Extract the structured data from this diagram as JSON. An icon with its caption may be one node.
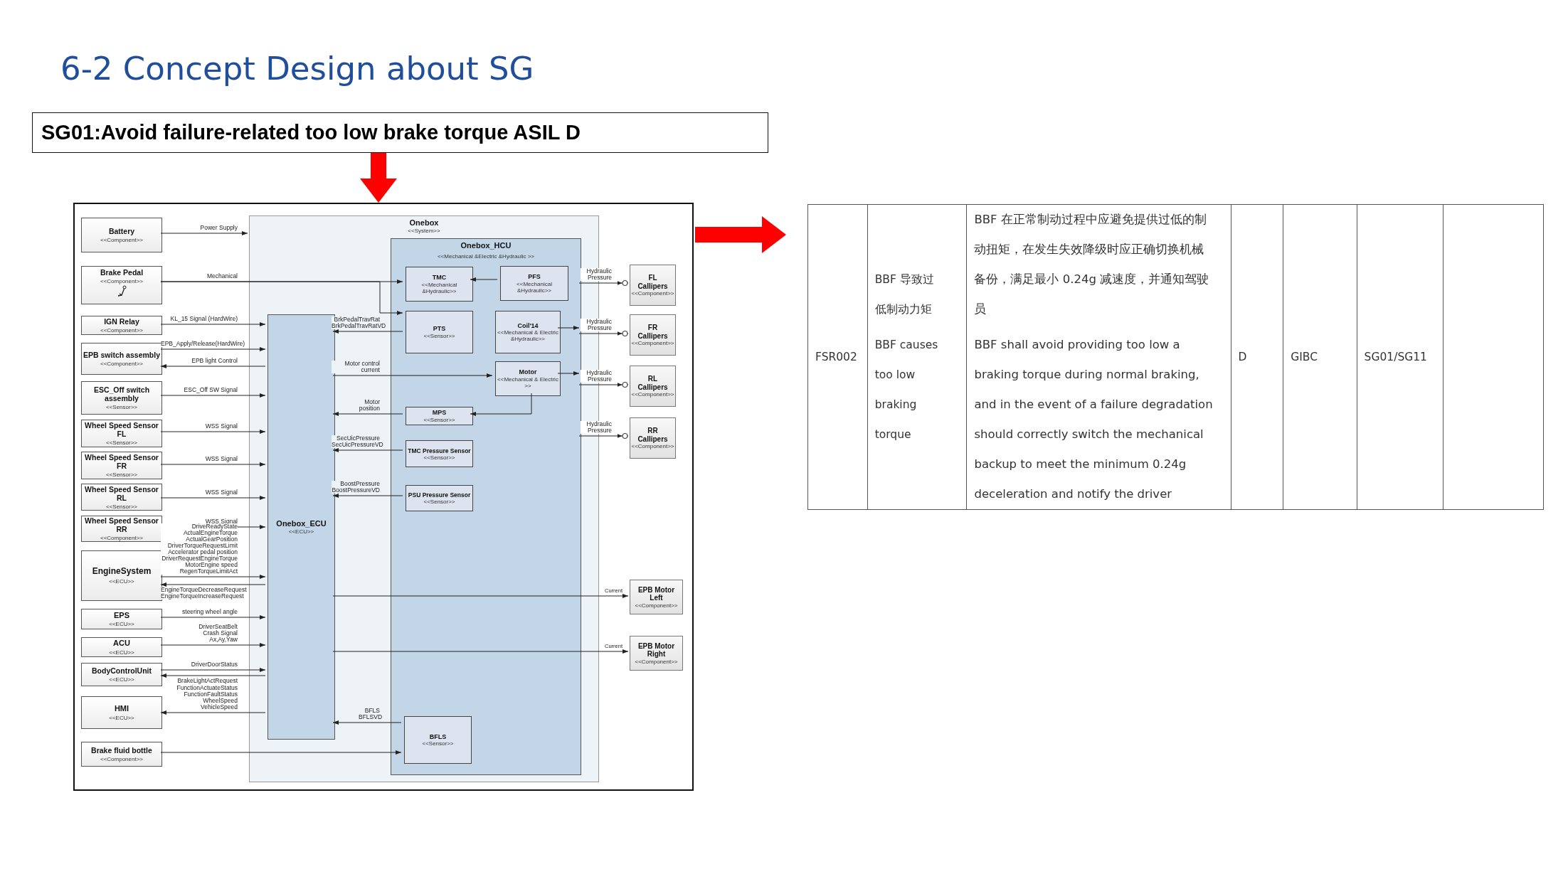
{
  "diagram": {
    "title": "6-2 Concept Design about SG",
    "nodes": [
      {
        "text": [
          "SG01:Avoid failure-related too low brake torque ASIL D"
        ]
      },
      {
        "text": [],
        "shape": "box"
      },
      {
        "text": [
          "Battery",
          "<<Component>>"
        ],
        "in": 1
      },
      {
        "text": [
          "Brake Pedal",
          "<<Component>>"
        ],
        "in": 1
      },
      {
        "text": [
          "IGN Relay",
          "<<Component>>"
        ],
        "in": 1
      },
      {
        "text": [
          "EPB switch assembly",
          "<<Component>>"
        ],
        "in": 1
      },
      {
        "text": [
          "ESC_Off switch assembly",
          "<<Sensor>>"
        ],
        "in": 1
      },
      {
        "text": [
          "Wheel Speed Sensor FL",
          "<<Sensor>>"
        ],
        "in": 1
      },
      {
        "text": [
          "Wheel Speed Sensor FR",
          "<<Sensor>>"
        ],
        "in": 1
      },
      {
        "text": [
          "Wheel Speed Sensor RL",
          "<<Sensor>>"
        ],
        "in": 1
      },
      {
        "text": [
          "Wheel Speed Sensor RR",
          "<<Component>>"
        ],
        "in": 1
      },
      {
        "text": [
          "EngineSystem",
          "<<ECU>>"
        ],
        "in": 1
      },
      {
        "text": [
          "EPS",
          "<<ECU>>"
        ],
        "in": 1
      },
      {
        "text": [
          "ACU",
          "<<ECU>>"
        ],
        "in": 1
      },
      {
        "text": [
          "BodyControlUnit",
          "<<ECU>>"
        ],
        "in": 1
      },
      {
        "text": [
          "HMI",
          "<<ECU>>"
        ],
        "in": 1
      },
      {
        "text": [
          "Brake fluid bottle",
          "<<Component>>"
        ],
        "in": 1
      },
      {
        "text": [
          "Onebox",
          "<<System>>"
        ],
        "in": 1
      },
      {
        "text": [
          "Onebox_ECU",
          "<<ECU>>"
        ],
        "in": 17
      },
      {
        "text": [
          "Onebox_HCU",
          "<<Mechanical &Electric &Hydraulic >>"
        ],
        "in": 17
      },
      {
        "text": [
          "TMC",
          "<<Mechanical &Hydraulic>>"
        ],
        "in": 19
      },
      {
        "text": [
          "PFS",
          "<<Mechanical &Hydraulic>>"
        ],
        "in": 19
      },
      {
        "text": [
          "PTS",
          "<<Sensor>>"
        ],
        "in": 19
      },
      {
        "text": [
          "Coil'14",
          "<<Mechanical & Electric &Hydraulic>>"
        ],
        "in": 19
      },
      {
        "text": [
          "Motor",
          "<<Mechanical & Electric >>"
        ],
        "in": 19
      },
      {
        "text": [
          "MPS",
          "<<Sensor>>"
        ],
        "in": 19
      },
      {
        "text": [
          "TMC Pressure Sensor",
          "<<Sensor>>"
        ],
        "in": 19
      },
      {
        "text": [
          "PSU Pressure Sensor",
          "<<Sensor>>"
        ],
        "in": 19
      },
      {
        "text": [
          "BFLS",
          "<<Sensor>>"
        ],
        "in": 19
      },
      {
        "text": [
          "FL Callipers",
          "<<Component>>"
        ],
        "in": 1
      },
      {
        "text": [
          "FR Callipers",
          "<<Component>>"
        ],
        "in": 1
      },
      {
        "text": [
          "RL Callipers",
          "<<Component>>"
        ],
        "in": 1
      },
      {
        "text": [
          "RR Callipers",
          "<<Component>>"
        ],
        "in": 1
      },
      {
        "text": [
          "EPB Motor Left",
          "<<Component>>"
        ],
        "in": 1
      },
      {
        "text": [
          "EPB Motor Right",
          "<<Component>>"
        ],
        "in": 1
      }
    ],
    "edges": [
      {
        "from": 0,
        "to": 1,
        "arrow": "to",
        "style": "thick",
        "color": "#ff0000"
      },
      {
        "from": 1,
        "to": null,
        "arrow": "to",
        "style": "thick",
        "color": "#ff0000"
      },
      {
        "from": 2,
        "to": 17,
        "arrow": "to",
        "label": "Power Supply"
      },
      {
        "from": 3,
        "to": 20,
        "arrow": "to",
        "label": "Mechanical"
      },
      {
        "from": 3,
        "to": 22,
        "arrow": "to"
      },
      {
        "from": 4,
        "to": 18,
        "arrow": "to",
        "label": "KL_15 Signal (HardWire)"
      },
      {
        "from": 5,
        "to": 18,
        "arrow": "to",
        "label": "EPB_Apply/Release(HardWire)"
      },
      {
        "from": 18,
        "to": 5,
        "arrow": "to",
        "label": "EPB light Control"
      },
      {
        "from": 6,
        "to": 18,
        "arrow": "to",
        "label": "ESC_Off SW Signal"
      },
      {
        "from": 7,
        "to": 18,
        "arrow": "to",
        "label": "WSS Signal"
      },
      {
        "from": 8,
        "to": 18,
        "arrow": "to",
        "label": "WSS Signal"
      },
      {
        "from": 9,
        "to": 18,
        "arrow": "to",
        "label": "WSS Signal"
      },
      {
        "from": 10,
        "to": 18,
        "arrow": "to",
        "label": "WSS Signal"
      },
      {
        "from": 11,
        "to": 18,
        "arrow": "to",
        "label": "DriveReadyState ActualEngineTorque ActualGearPosition DriverTorqueRequestLimit Accelerator pedal position DriverRequestEngineTorque MotorEngine speed RegenTorqueLimitAct"
      },
      {
        "from": 18,
        "to": 11,
        "arrow": "to",
        "label": "EngineTorqueDecreaseRequest EngineTorqueIncreaseRequest"
      },
      {
        "from": 12,
        "to": 18,
        "arrow": "to",
        "label": "steering wheel angle"
      },
      {
        "from": 13,
        "to": 18,
        "arrow": "to",
        "label": "DriverSeatBelt Crash Signal Ax,Ay,Yaw"
      },
      {
        "from": 14,
        "to": 18,
        "arrow": "to",
        "label": "DriverDoorStatus"
      },
      {
        "from": 18,
        "to": 14,
        "arrow": "to",
        "label": "BrakeLightActRequest"
      },
      {
        "from": 18,
        "to": 15,
        "arrow": "to",
        "label": "FunctionActuateStatus FunctionFaultStatus WheelSpeed VehicleSpeed"
      },
      {
        "from": 16,
        "to": 28,
        "arrow": "to"
      },
      {
        "from": 22,
        "to": 18,
        "arrow": "to",
        "label": "BrkPedalTravRat BrkPedalTravRatVD"
      },
      {
        "from": 18,
        "to": 24,
        "arrow": "to",
        "label": "Motor control current"
      },
      {
        "from": 25,
        "to": 18,
        "arrow": "to",
        "label": "Motor position"
      },
      {
        "from": 26,
        "to": 18,
        "arrow": "to",
        "label": "SecUicPressure SecUicPressureVD"
      },
      {
        "from": 27,
        "to": 18,
        "arrow": "to",
        "label": "BoostPressure BoostPressureVD"
      },
      {
        "from": 28,
        "to": 18,
        "arrow": "to",
        "label": "BFLS BFLSVD"
      },
      {
        "from": 21,
        "to": 20,
        "arrow": "to"
      },
      {
        "from": 24,
        "to": 25,
        "arrow": "to"
      },
      {
        "from": 23,
        "to": 19,
        "arrow": "to"
      },
      {
        "from": 24,
        "to": 19,
        "arrow": "to"
      },
      {
        "from": 19,
        "to": 29,
        "arrow": "to",
        "label": "Hydraulic Pressure"
      },
      {
        "from": 19,
        "to": 30,
        "arrow": "to",
        "label": "Hydraulic Pressure"
      },
      {
        "from": 19,
        "to": 31,
        "arrow": "to",
        "label": "Hydraulic Pressure"
      },
      {
        "from": 19,
        "to": 32,
        "arrow": "to",
        "label": "Hydraulic Pressure"
      },
      {
        "from": 18,
        "to": 33,
        "arrow": "to",
        "label": "Current"
      },
      {
        "from": 18,
        "to": 34,
        "arrow": "to",
        "label": "Current"
      }
    ],
    "labels": [
      "FSR002",
      "BBF 导致过低制动力矩",
      "BBF causes too low braking torque",
      "BBF 在正常制动过程中应避免提供过低的制动扭矩，在发生失效降级时应正确切换机械备份，满足最小 0.24g 减速度，并通知驾驶员",
      "BBF shall avoid providing too low a braking torque during normal braking, and in the event of a failure degradation should correctly switch the mechanical backup to meet the minimum 0.24g deceleration and notify the driver",
      "D",
      "GIBC",
      "SG01/SG11"
    ]
  }
}
